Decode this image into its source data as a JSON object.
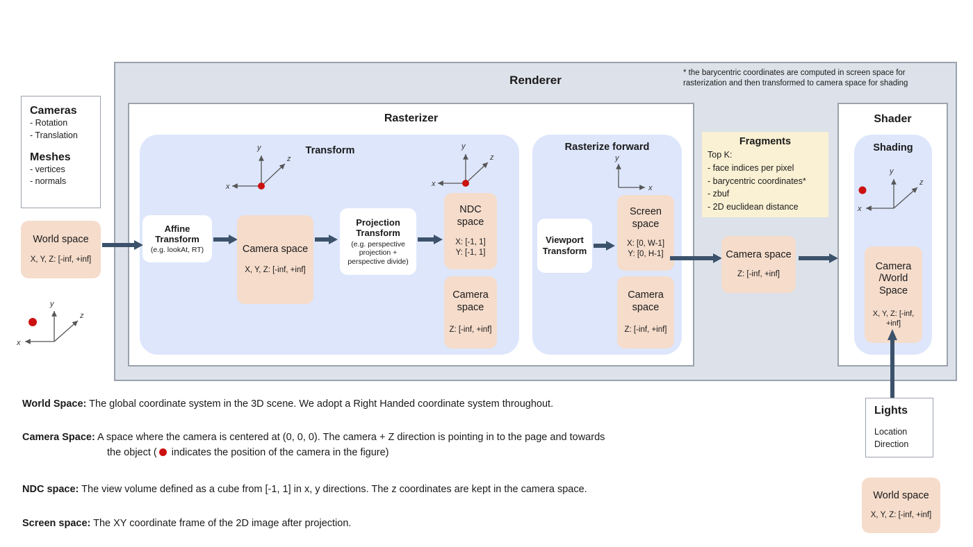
{
  "colors": {
    "renderer_bg": "#dde2ea",
    "blue_group": "#dce6fa",
    "peach_box": "#f5dccb",
    "cream_box": "#faf1d4",
    "arrow": "#3c526b",
    "camera_dot": "#cc1111",
    "border": "#9aa2ad"
  },
  "legend": {
    "cameras_title": "Cameras",
    "cameras_items": [
      "- Rotation",
      "- Translation"
    ],
    "meshes_title": "Meshes",
    "meshes_items": [
      "- vertices",
      "- normals"
    ]
  },
  "world_space_in": {
    "title": "World space",
    "range": "X, Y, Z: [-inf, +inf]"
  },
  "axis_widget": {
    "x": "x",
    "y": "y",
    "z": "z"
  },
  "renderer": {
    "title": "Renderer",
    "footnote": "* the barycentric coordinates are computed in screen space for rasterization and then transformed to camera space for shading"
  },
  "rasterizer": {
    "title": "Rasterizer",
    "transform": {
      "title": "Transform",
      "affine": {
        "title_line1": "Affine",
        "title_line2": "Transform",
        "sub": "(e.g. lookAt, RT)"
      },
      "camera_space": {
        "title": "Camera space",
        "range": "X, Y, Z: [-inf, +inf]"
      },
      "projection": {
        "title_line1": "Projection",
        "title_line2": "Transform",
        "sub_line1": "(e.g. perspective",
        "sub_line2": "projection +",
        "sub_line3": "perspective divide)"
      },
      "ndc_space": {
        "title_line1": "NDC",
        "title_line2": "space",
        "range_x": "X: [-1, 1]",
        "range_y": "Y: [-1, 1]"
      },
      "camera_space_2": {
        "title_line1": "Camera",
        "title_line2": "space",
        "range_z": "Z: [-inf, +inf]"
      }
    },
    "rasterize_forward": {
      "title": "Rasterize forward",
      "viewport": {
        "title_line1": "Viewport",
        "title_line2": "Transform"
      },
      "screen_space": {
        "title_line1": "Screen",
        "title_line2": "space",
        "range_x": "X: [0, W-1]",
        "range_y": "Y: [0,  H-1]"
      },
      "camera_space": {
        "title_line1": "Camera",
        "title_line2": "space",
        "range_z": "Z: [-inf, +inf]"
      }
    }
  },
  "fragments": {
    "title": "Fragments",
    "lead": "Top K:",
    "items": [
      "- face indices per pixel",
      "- barycentric coordinates*",
      "- zbuf",
      "- 2D euclidean distance"
    ]
  },
  "camera_space_mid": {
    "title": "Camera space",
    "range": "Z: [-inf, +inf]"
  },
  "shader": {
    "title": "Shader",
    "shading_title": "Shading",
    "camera_world": {
      "title_line1": "Camera",
      "title_line2": "/World",
      "title_line3": "Space",
      "range": "X, Y, Z: [-inf, +inf]"
    }
  },
  "lights": {
    "title": "Lights",
    "items": [
      "Location",
      "Direction"
    ]
  },
  "world_space_out": {
    "title": "World space",
    "range": "X, Y, Z: [-inf, +inf]"
  },
  "descriptions": [
    {
      "term": "World Space:",
      "line1": "The global coordinate system in the 3D scene. We adopt a Right Handed coordinate system throughout.",
      "line2": ""
    },
    {
      "term": "Camera Space:",
      "line1": "A space where the camera is centered at (0, 0, 0). The camera + Z direction is pointing in to the page and towards",
      "line2_pre": "the object (",
      "line2_post": " indicates the position of the camera in the figure)"
    },
    {
      "term": "NDC space:",
      "line1": "The view volume defined as a cube from [-1, 1] in x, y directions. The z coordinates are kept in the camera space.",
      "line2": ""
    },
    {
      "term": "Screen space:",
      "line1": "The XY coordinate frame of the 2D image after projection.",
      "line2": ""
    }
  ]
}
